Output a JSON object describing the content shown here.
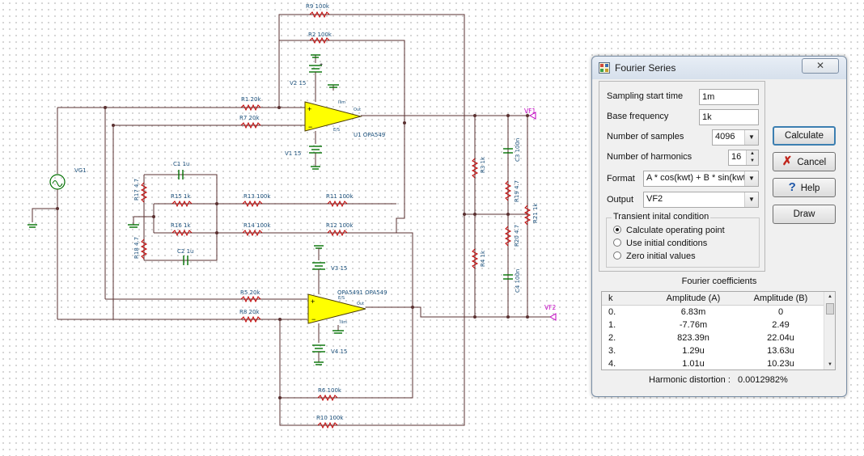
{
  "schematic": {
    "labels": {
      "r9": "R9 100k",
      "r2": "R2 100k",
      "r1": "R1 20k",
      "r7": "R7 20k",
      "v2": "V2 15",
      "v1": "V1 15",
      "u1": "U1 OPA549",
      "vg1": "VG1",
      "c1": "C1 1u",
      "r17": "R17 4.7",
      "r15": "R15 1k",
      "r13": "R13 100k",
      "r11": "R11 100k",
      "r16": "R16 1k",
      "r14": "R14 100k",
      "r12": "R12 100k",
      "r18": "R18 4.7",
      "c2": "C2 1u",
      "r3": "R3 1k",
      "r4": "R4 1k",
      "r19": "R19 4.7",
      "r20": "R20 4.7",
      "c3": "C3 100n",
      "c4": "C4 100n",
      "r21": "R21 1k",
      "v3": "V3 15",
      "v4": "V4 15",
      "r5": "R5 20k",
      "r8": "R8 20k",
      "u2": "OPA5491 OPA549",
      "r6": "R6 100k",
      "r10": "R10 100k",
      "vf1": "VF1",
      "vf2": "VF2"
    },
    "opamp_pins": {
      "ilim": "Ilim",
      "estat": "E/S",
      "out": "Out"
    },
    "colors": {
      "wire": "#5a3030",
      "resistor": "#c00000",
      "capacitor": "#007000",
      "opamp": "#ffff00",
      "probe": "#c000c0"
    }
  },
  "dialog": {
    "title": "Fourier Series",
    "close_label": "✕",
    "fields": {
      "sampling_start_time": {
        "label": "Sampling start time",
        "value": "1m"
      },
      "base_frequency": {
        "label": "Base frequency",
        "value": "1k"
      },
      "number_of_samples": {
        "label": "Number of samples",
        "value": "4096"
      },
      "number_of_harmonics": {
        "label": "Number of harmonics",
        "value": "16"
      },
      "format": {
        "label": "Format",
        "value": "A * cos(kwt) + B * sin(kwt)"
      },
      "output": {
        "label": "Output",
        "value": "VF2"
      }
    },
    "transient_group": {
      "label": "Transient inital condition",
      "options": [
        "Calculate operating point",
        "Use initial conditions",
        "Zero initial values"
      ],
      "selected": "Calculate operating point"
    },
    "buttons": {
      "calculate": "Calculate",
      "cancel": "Cancel",
      "help": "Help",
      "draw": "Draw"
    },
    "icons": {
      "cancel": "red-x-icon",
      "help": "question-mark-icon"
    },
    "coefficients": {
      "title": "Fourier coefficients",
      "columns": [
        "k",
        "Amplitude (A)",
        "Amplitude (B)"
      ],
      "rows": [
        [
          "0.",
          "6.83m",
          "0"
        ],
        [
          "1.",
          "-7.76m",
          "2.49"
        ],
        [
          "2.",
          "823.39n",
          "22.04u"
        ],
        [
          "3.",
          "1.29u",
          "13.63u"
        ],
        [
          "4.",
          "1.01u",
          "10.23u"
        ]
      ]
    },
    "harmonic_distortion": {
      "label": "Harmonic distortion :",
      "value": "0.0012982%"
    }
  }
}
